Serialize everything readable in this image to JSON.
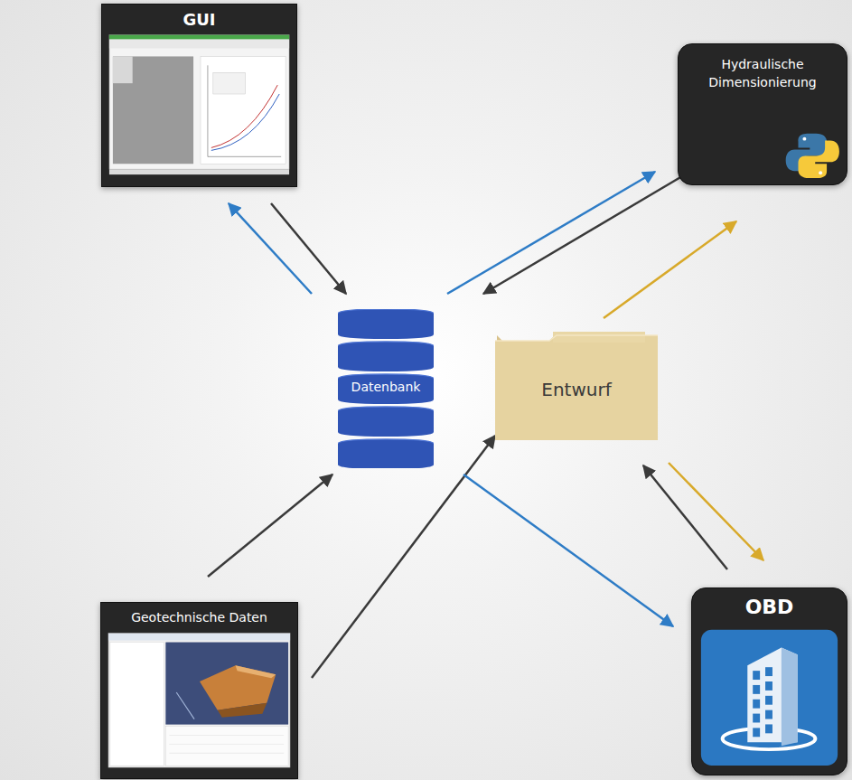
{
  "diagram": {
    "nodes": [
      {
        "text": [
          "GUI"
        ]
      },
      {
        "text": [
          "Hydraulische Dimensionierung"
        ]
      },
      {
        "text": [
          "Datenbank"
        ]
      },
      {
        "text": [
          "Entwurf"
        ]
      },
      {
        "text": [
          "Geotechnische Daten"
        ]
      },
      {
        "text": [
          "OBD"
        ]
      }
    ],
    "edges": [
      {
        "from": 2,
        "to": 0,
        "arrow": "to"
      },
      {
        "from": 0,
        "to": 2,
        "arrow": "to"
      },
      {
        "from": 2,
        "to": 1,
        "arrow": "to"
      },
      {
        "from": 1,
        "to": 2,
        "arrow": "to"
      },
      {
        "from": 3,
        "to": 1,
        "arrow": "to"
      },
      {
        "from": 4,
        "to": 2,
        "arrow": "to"
      },
      {
        "from": 4,
        "to": 3,
        "arrow": "to"
      },
      {
        "from": 2,
        "to": 5,
        "arrow": "to"
      },
      {
        "from": 5,
        "to": 3,
        "arrow": "to"
      },
      {
        "from": 3,
        "to": 5,
        "arrow": "to"
      }
    ]
  }
}
